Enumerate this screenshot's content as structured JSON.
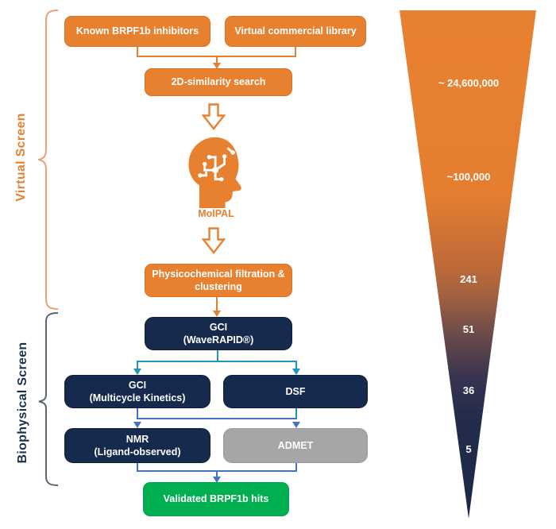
{
  "diagram": {
    "sections": {
      "virtual": "Virtual Screen",
      "biophysical": "Biophysical Screen"
    },
    "nodes": {
      "known_inhibitors": "Known BRPF1b inhibitors",
      "virtual_library": "Virtual commercial library",
      "similarity_search": "2D-similarity search",
      "molpal": "MolPAL",
      "physicochemical": "Physicochemical filtration & clustering",
      "gci_waverapid_line1": "GCI",
      "gci_waverapid_line2": "(WaveRAPID®)",
      "gci_multicycle_line1": "GCI",
      "gci_multicycle_line2": "(Multicycle Kinetics)",
      "dsf": "DSF",
      "nmr_line1": "NMR",
      "nmr_line2": "(Ligand-observed)",
      "admet": "ADMET",
      "validated_hits": "Validated BRPF1b hits"
    },
    "funnel_counts": [
      "~ 24,600,000",
      "~100,000",
      "241",
      "51",
      "36",
      "5"
    ],
    "colors": {
      "orange": "#E8812F",
      "navy": "#152A4D",
      "green": "#00B050",
      "gray": "#A6A6A6",
      "teal_arrow": "#2097B8",
      "blue_arrow": "#4472C4"
    }
  }
}
